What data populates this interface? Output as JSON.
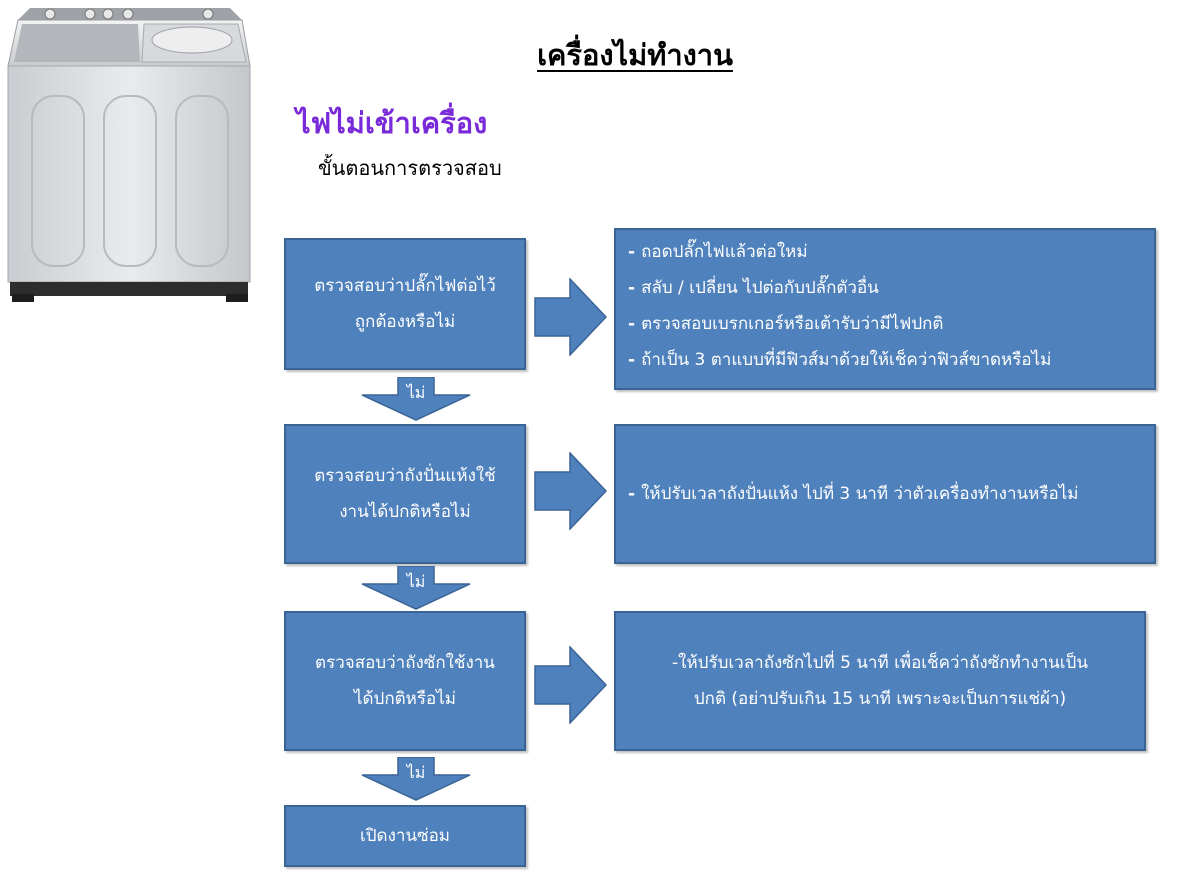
{
  "title": "เครื่องไม่ทำงาน",
  "subtitle": "ไฟไม่เข้าเครื่อง",
  "steps_label": "ขั้นตอนการตรวจสอบ",
  "colors": {
    "box_fill": "#4f81bd",
    "box_border": "#3a6496",
    "subtitle": "#7a2bd9"
  },
  "flow": {
    "checks": [
      {
        "text_line1": "ตรวจสอบว่าปลั๊กไฟต่อไว้",
        "text_line2": "ถูกต้องหรือไม่"
      },
      {
        "text_line1": "ตรวจสอบว่าถังปั่นแห้งใช้",
        "text_line2": "งานได้ปกติหรือไม่"
      },
      {
        "text_line1": "ตรวจสอบว่าถังซักใช้งาน",
        "text_line2": "ได้ปกติหรือไม่"
      }
    ],
    "final": "เปิดงานซ่อม",
    "no_label": "ไม่",
    "actions": [
      {
        "items": [
          "ถอดปลั๊กไฟแล้วต่อใหม่",
          "สลับ / เปลี่ยน ไปต่อกับปลั๊กตัวอื่น",
          "ตรวจสอบเบรกเกอร์หรือเต้ารับว่ามีไฟปกติ",
          "ถ้าเป็น 3 ตาแบบที่มีฟิวส์มาด้วยให้เช็คว่าฟิวส์ขาดหรือไม่"
        ]
      },
      {
        "items": [
          "ให้ปรับเวลาถังปั่นแห้ง ไปที่ 3 นาที ว่าตัวเครื่องทำงานหรือไม่"
        ]
      },
      {
        "line1": "ให้ปรับเวลาถังซักไปที่ 5 นาที เพื่อเช็คว่าถังซักทำงานเป็น",
        "line2": "ปกติ (อย่าปรับเกิน 15 นาที เพราะจะเป็นการแช่ผ้า)"
      }
    ],
    "dash": "-"
  }
}
